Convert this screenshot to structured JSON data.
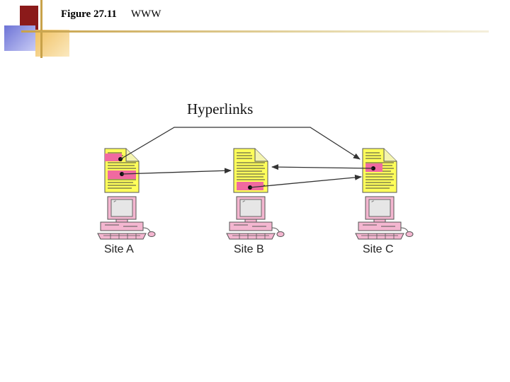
{
  "header": {
    "figure_label": "Figure 27.11",
    "figure_title": "WWW"
  },
  "diagram": {
    "title": "Hyperlinks",
    "sites": [
      {
        "label": "Site A"
      },
      {
        "label": "Site B"
      },
      {
        "label": "Site C"
      }
    ],
    "colors": {
      "document": "#ffff5a",
      "link_highlight": "#f06aa0",
      "computer_base": "#f4b6d0",
      "monitor": "#e6e6e6",
      "arrow": "#333333",
      "accent_dark": "#8b1a1a",
      "accent_blue": "#6d73d6",
      "accent_gold": "#c8a24a"
    }
  }
}
